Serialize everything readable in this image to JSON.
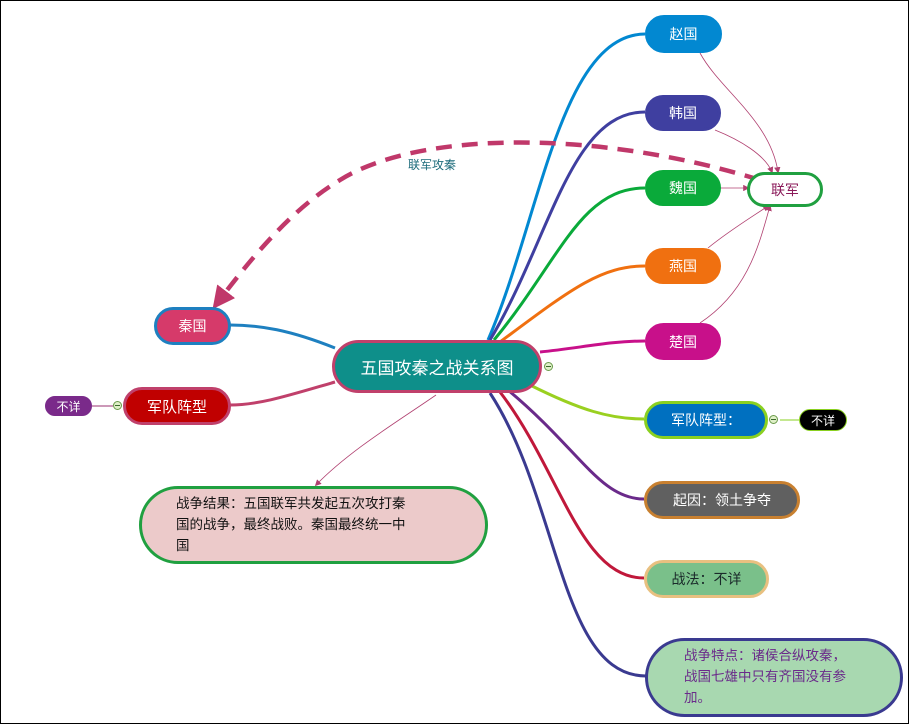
{
  "central": {
    "label": "五国攻秦之战关系图"
  },
  "states": [
    {
      "label": "赵国",
      "color": "#0288d1"
    },
    {
      "label": "韩国",
      "color": "#3f3fa0"
    },
    {
      "label": "魏国",
      "color": "#0aaa3a"
    },
    {
      "label": "燕国",
      "color": "#f07010"
    },
    {
      "label": "楚国",
      "color": "#c8108a"
    }
  ],
  "alliance": {
    "label": "联军"
  },
  "attack_relation": {
    "label": "联军攻秦"
  },
  "qin": {
    "label": "秦国"
  },
  "left_formation": {
    "label": "军队阵型",
    "child": "不详"
  },
  "result": {
    "label": "战争结果：五国联军共发起五次攻打秦国的战争，最终战败。秦国最终统一中国"
  },
  "right_formation": {
    "label": "军队阵型：",
    "child": "不详"
  },
  "cause": {
    "label": "起因：领土争夺"
  },
  "tactics": {
    "label": "战法：不详"
  },
  "features": {
    "label": "战争特点：诸侯合纵攻秦，战国七雄中只有齐国没有参加。"
  }
}
